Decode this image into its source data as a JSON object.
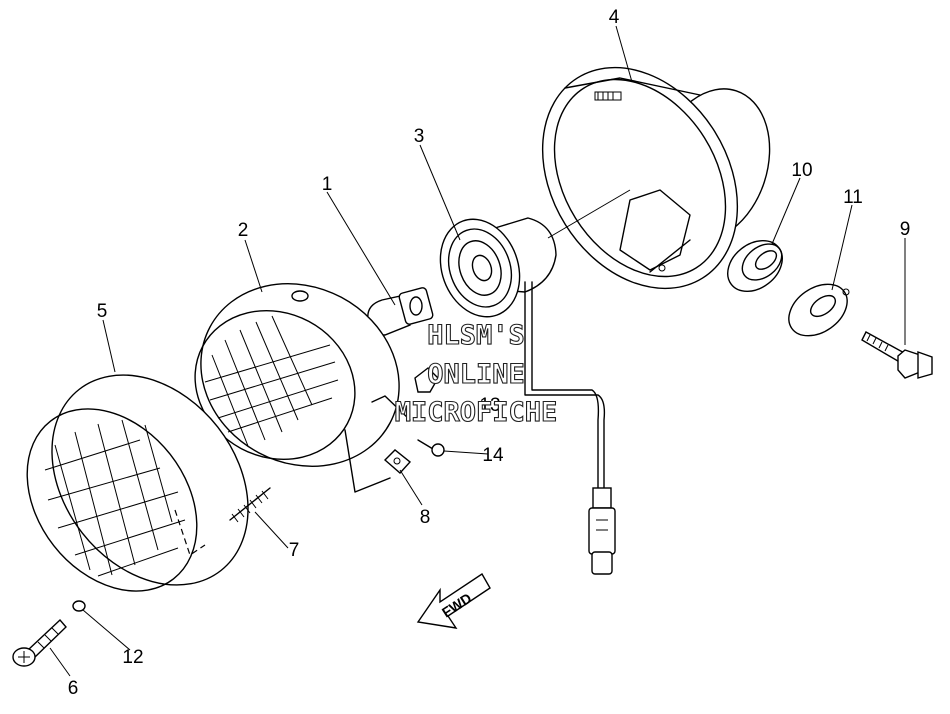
{
  "callouts": {
    "c1": "1",
    "c2": "2",
    "c3": "3",
    "c4": "4",
    "c5": "5",
    "c6": "6",
    "c7": "7",
    "c8": "8",
    "c9": "9",
    "c10": "10",
    "c11": "11",
    "c12": "12",
    "c13": "13",
    "c14": "14"
  },
  "watermark": {
    "line1": "HLSM'S",
    "line2": "ONLINE",
    "line3": "MICROFICHE"
  },
  "direction_label": "FWD"
}
